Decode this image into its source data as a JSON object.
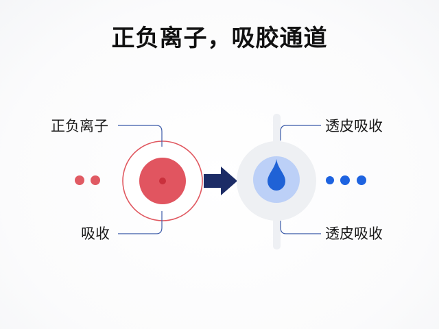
{
  "title": "正负离子，吸胶通道",
  "labels": {
    "ions": "正负离子",
    "absorption": "吸收",
    "transdermal_top": "透皮吸收",
    "transdermal_bottom": "透皮吸收"
  },
  "colors": {
    "red_core": "#e15560",
    "red_ring": "#e0575f",
    "red_dot": "#e05a63",
    "blue_drop": "#1f62d6",
    "blue_disc": "#bcd0f7",
    "blue_dot": "#1e63e0",
    "arrow": "#1c2c66",
    "gray_disc": "#eef0f3",
    "leader": "#3b5aa8"
  },
  "icons": {
    "drop": "water-drop-icon",
    "arrow": "right-arrow-icon"
  }
}
